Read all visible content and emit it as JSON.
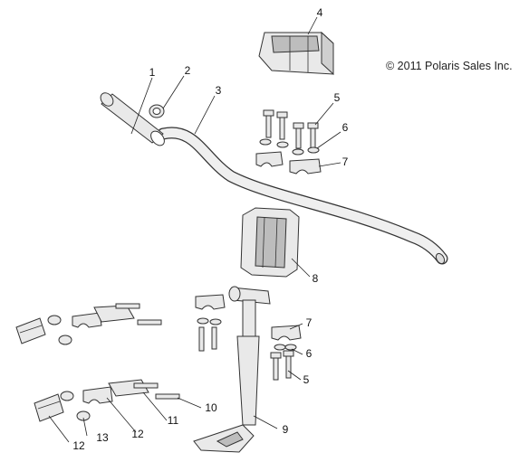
{
  "copyright": "© 2011 Polaris Sales Inc.",
  "callouts": {
    "c1": "1",
    "c2": "2",
    "c3": "3",
    "c4": "4",
    "c5a": "5",
    "c6a": "6",
    "c7a": "7",
    "c8": "8",
    "c7b": "7",
    "c6b": "6",
    "c5b": "5",
    "c9": "9",
    "c10": "10",
    "c11": "11",
    "c12a": "12",
    "c12b": "12",
    "c13": "13"
  }
}
